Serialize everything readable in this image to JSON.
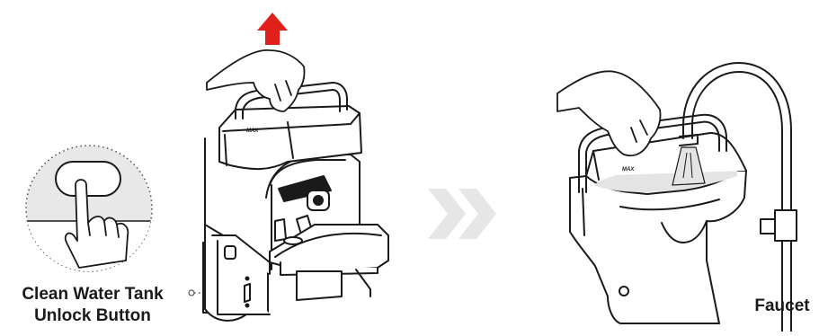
{
  "labels": {
    "unlock_line1": "Clean Water Tank",
    "unlock_line2": "Unlock Button",
    "faucet": "Faucet"
  },
  "tank_marking": "MAX",
  "colors": {
    "line": "#1a1a1a",
    "arrow_up": "#e0201b",
    "chevron": "#e6e6e6",
    "zoom_fill": "#e8e8e8",
    "water": "#e4e4e4"
  },
  "icons": [
    "up-arrow-icon",
    "next-step-chevron-icon",
    "dotted-leader-line"
  ]
}
